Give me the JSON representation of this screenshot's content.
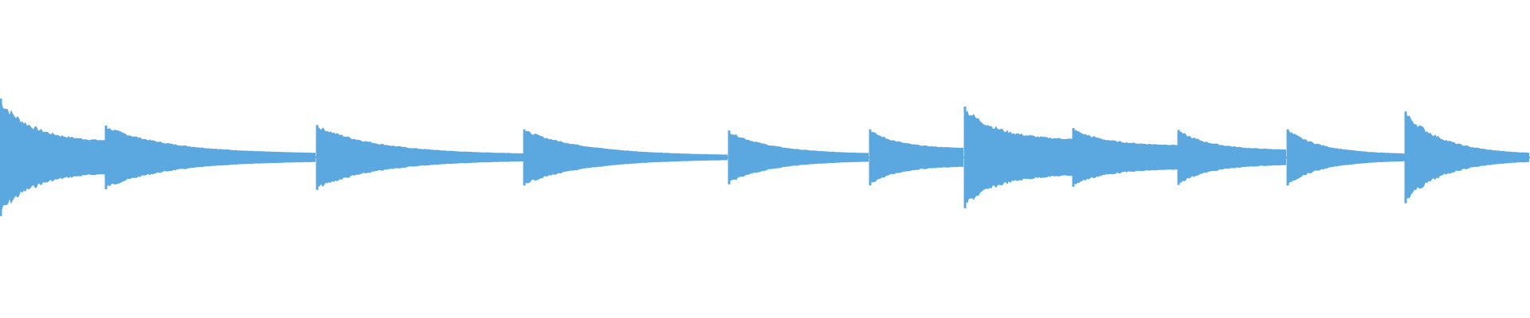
{
  "waveform": {
    "color": "#5ba8e0",
    "background": "#ffffff",
    "notes": [
      {
        "onset": 0.0,
        "peak": 0.96,
        "decay_to": 0.26,
        "ring": 0.18
      },
      {
        "onset": 0.069,
        "peak": 0.52,
        "decay_to": 0.06,
        "ring": 0.1
      },
      {
        "onset": 0.207,
        "peak": 0.53,
        "decay_to": 0.05,
        "ring": 0.12
      },
      {
        "onset": 0.342,
        "peak": 0.46,
        "decay_to": 0.03,
        "ring": 0.1
      },
      {
        "onset": 0.476,
        "peak": 0.44,
        "decay_to": 0.06,
        "ring": 0.1
      },
      {
        "onset": 0.568,
        "peak": 0.46,
        "decay_to": 0.15,
        "ring": 0.1
      },
      {
        "onset": 0.63,
        "peak": 0.83,
        "decay_to": 0.29,
        "ring": 0.16
      },
      {
        "onset": 0.701,
        "peak": 0.48,
        "decay_to": 0.2,
        "ring": 0.12
      },
      {
        "onset": 0.77,
        "peak": 0.45,
        "decay_to": 0.12,
        "ring": 0.12
      },
      {
        "onset": 0.841,
        "peak": 0.46,
        "decay_to": 0.05,
        "ring": 0.12
      },
      {
        "onset": 0.918,
        "peak": 0.75,
        "decay_to": 0.05,
        "ring": 0.16
      }
    ]
  }
}
